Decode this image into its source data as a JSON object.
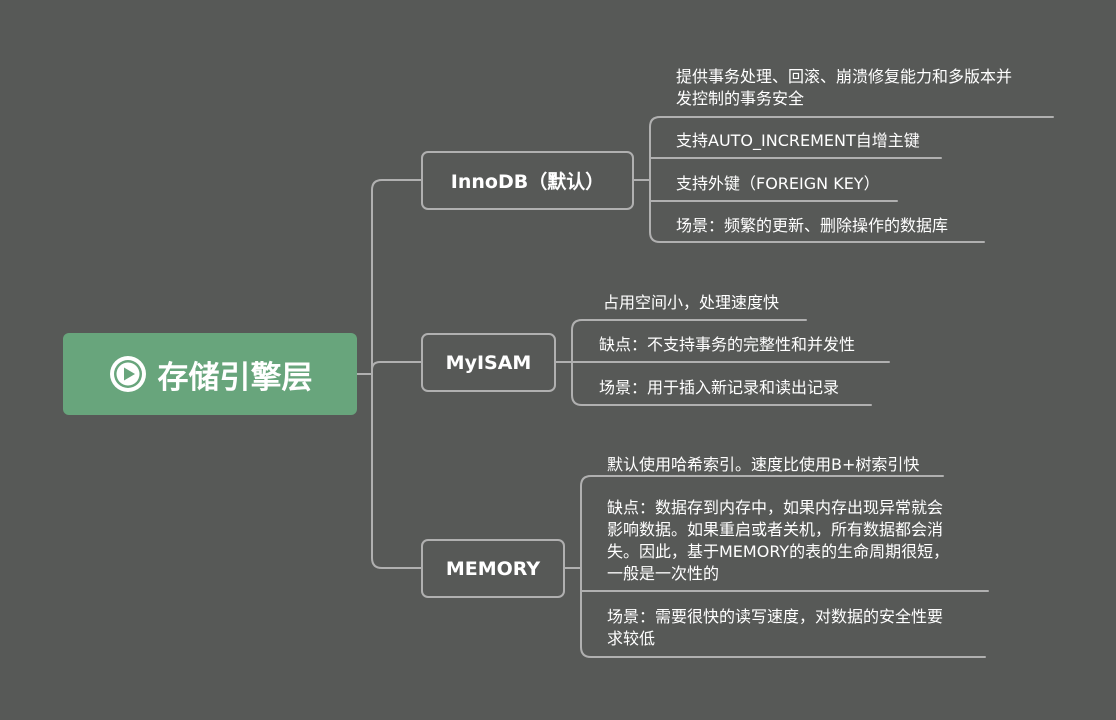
{
  "root": {
    "label": "存储引擎层",
    "icon": "play-circle-icon"
  },
  "branches": [
    {
      "label": "InnoDB（默认）",
      "items": [
        "提供事务处理、回滚、崩溃修复能力和多版本并",
        "发控制的事务安全",
        "支持AUTO_INCREMENT自增主键",
        "支持外键（FOREIGN KEY）",
        "场景：频繁的更新、删除操作的数据库"
      ]
    },
    {
      "label": "MyISAM",
      "items": [
        "占用空间小，处理速度快",
        "缺点：不支持事务的完整性和并发性",
        "场景：用于插入新记录和读出记录"
      ]
    },
    {
      "label": "MEMORY",
      "items": [
        "默认使用哈希索引。速度比使用B+树索引快",
        "缺点：数据存到内存中，如果内存出现异常就会",
        "影响数据。如果重启或者关机，所有数据都会消",
        "失。因此，基于MEMORY的表的生命周期很短，",
        "一般是一次性的",
        "场景：需要很快的读写速度，对数据的安全性要",
        "求较低"
      ]
    }
  ],
  "colors": {
    "background": "#575957",
    "root": "#68a57c",
    "line": "#b0b0b0",
    "text": "#ffffff"
  }
}
